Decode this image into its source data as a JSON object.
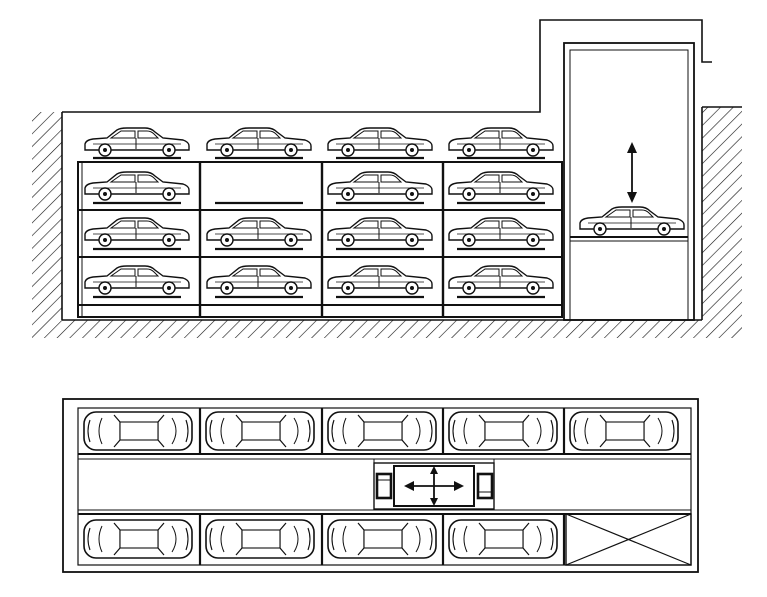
{
  "colors": {
    "ink": "#111111",
    "paper": "#ffffff"
  },
  "elevation": {
    "rows_lower": 3,
    "columns": 4,
    "top_row_cars": 4,
    "empty_platform_cell": {
      "row": 0,
      "col": 1
    },
    "lift_has_car": true,
    "lift_arrow": "vertical-arrow-icon"
  },
  "plan": {
    "top_row_cars": 5,
    "bottom_row_cars": 4,
    "shaft_marker": "cross-icon",
    "shuttle_arrow": "four-way-arrow-icon"
  }
}
